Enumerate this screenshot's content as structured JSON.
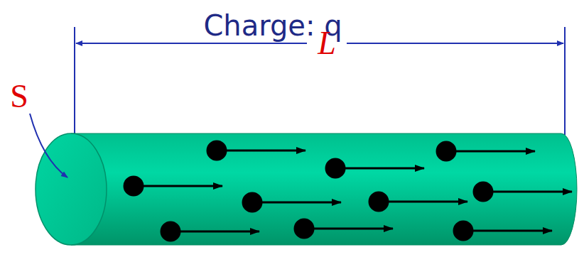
{
  "diagram": {
    "labels": [
      "Charge: q",
      "S",
      "L"
    ]
  }
}
